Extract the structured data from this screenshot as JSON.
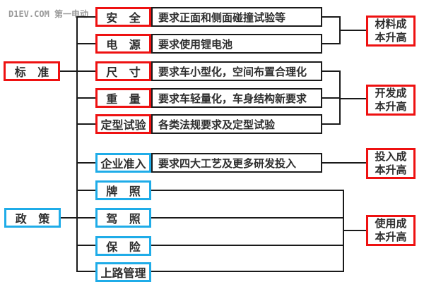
{
  "watermark": "D1EV.COM 第一电动",
  "colors": {
    "red": "#ee1111",
    "blue": "#1face8",
    "line": "#1a1a1a",
    "text": "#2e2e2e",
    "watermark": "#999999"
  },
  "categories": {
    "standard": {
      "label": "标 准"
    },
    "policy": {
      "label": "政 策"
    }
  },
  "standard_rows": [
    {
      "label": "安 全",
      "desc": "要求正面和侧面碰撞试验等"
    },
    {
      "label": "电 源",
      "desc": "要求使用锂电池"
    },
    {
      "label": "尺 寸",
      "desc": "要求车小型化，空间布置合理化"
    },
    {
      "label": "重 量",
      "desc": "要求车轻量化，车身结构新要求"
    },
    {
      "label": "定型试验",
      "desc": "各类法规要求及定型试验"
    }
  ],
  "policy_rows": [
    {
      "label": "企业准入",
      "desc": "要求四大工艺及更多研发投入"
    },
    {
      "label": "牌 照"
    },
    {
      "label": "驾 照"
    },
    {
      "label": "保 险"
    },
    {
      "label": "上路管理"
    }
  ],
  "cost_boxes": [
    {
      "line1": "材料成",
      "line2": "本升高"
    },
    {
      "line1": "开发成",
      "line2": "本升高"
    },
    {
      "line1": "投入成",
      "line2": "本升高"
    },
    {
      "line1": "使用成",
      "line2": "本升高"
    }
  ]
}
